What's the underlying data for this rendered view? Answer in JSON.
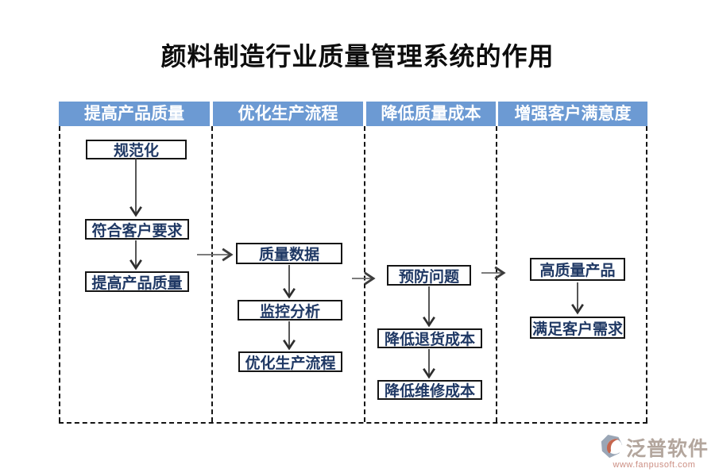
{
  "title": "颜料制造行业质量管理系统的作用",
  "columns": [
    {
      "header": "提高产品质量",
      "boxes": [
        {
          "label": "规范化"
        },
        {
          "label": "符合客户要求"
        },
        {
          "label": "提高产品质量"
        }
      ]
    },
    {
      "header": "优化生产流程",
      "boxes": [
        {
          "label": "质量数据"
        },
        {
          "label": "监控分析"
        },
        {
          "label": "优化生产流程"
        }
      ]
    },
    {
      "header": "降低质量成本",
      "boxes": [
        {
          "label": "预防问题"
        },
        {
          "label": "降低退货成本"
        },
        {
          "label": "降低维修成本"
        }
      ]
    },
    {
      "header": "增强客户满意度",
      "boxes": [
        {
          "label": "高质量产品"
        },
        {
          "label": "满足客户需求"
        }
      ]
    }
  ],
  "connections": [
    "规范化 → 符合客户要求",
    "符合客户要求 → 提高产品质量",
    "符合客户要求 → 质量数据",
    "质量数据 → 监控分析",
    "监控分析 → 优化生产流程",
    "质量数据 → 预防问题",
    "预防问题 → 降低退货成本",
    "降低退货成本 → 降低维修成本",
    "预防问题 → 高质量产品",
    "高质量产品 → 满足客户需求"
  ],
  "watermark": {
    "brand": "泛普软件",
    "url": "www.fanpusoft.com"
  },
  "colors": {
    "header_bg": "#6C9AD3",
    "header_text": "#FFFFFF",
    "box_text": "#1F3864",
    "box_border": "#151515",
    "dashed_border": "#141414",
    "arrow_vertical": "#383838",
    "arrow_horizontal": "#6A6A6A",
    "watermark_brand": "#B3A69D",
    "watermark_url": "#CC8F84"
  }
}
